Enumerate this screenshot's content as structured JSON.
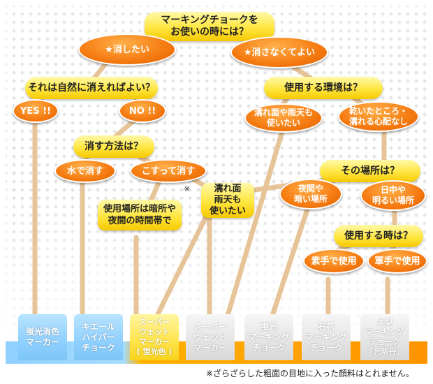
{
  "questions": {
    "q1": "マーキングチョークを\nお使いの時には？",
    "q2": "それは自然に消えればよい？",
    "q3": "消す方法は？",
    "q4": "使用する環境は？",
    "q5": "その場所は？",
    "q6": "使用する時は？",
    "q7": "使用場所は暗所や\n夜間の時間帯で",
    "q8": "濡れ面\n雨天も\n使いたい"
  },
  "answers": {
    "a1": "★消したい",
    "a2": "★消さなくてよい",
    "a3": "YES !!",
    "a4": "NO !!",
    "a5": "水で消す",
    "a6": "こすって消す",
    "a7": "濡れ面や雨天も\n使いたい",
    "a8": "乾いたところ・\n濡れる心配なし",
    "a9": "夜間や\n暗い場所",
    "a10": "日中や\n明るい場所",
    "a11": "素手で使用",
    "a12": "軍手で使用"
  },
  "products": {
    "p1": "蛍光消色\nマーカー",
    "p2": "キエール\nハイパー\nチョーク",
    "p3": "スーパー\nウェット\nマーカー\n( 蛍光色 )",
    "p4": "スーパー\nウェット\nマーカー",
    "p5": "蛍光\nマーキング\nチョーク",
    "p6": "石花\nマーキング\nチョーク",
    "p7": "太型\nマーキング\nチョーク\n「光明丹」"
  },
  "mark": "※",
  "footnote": "※ざらざらした粗面の目地に入った顔料はとれません。",
  "colors": {
    "line": "#e8c9a0",
    "orange": "#f57a10",
    "yellow": "#ffe640",
    "blue": "#8fd0ff"
  }
}
